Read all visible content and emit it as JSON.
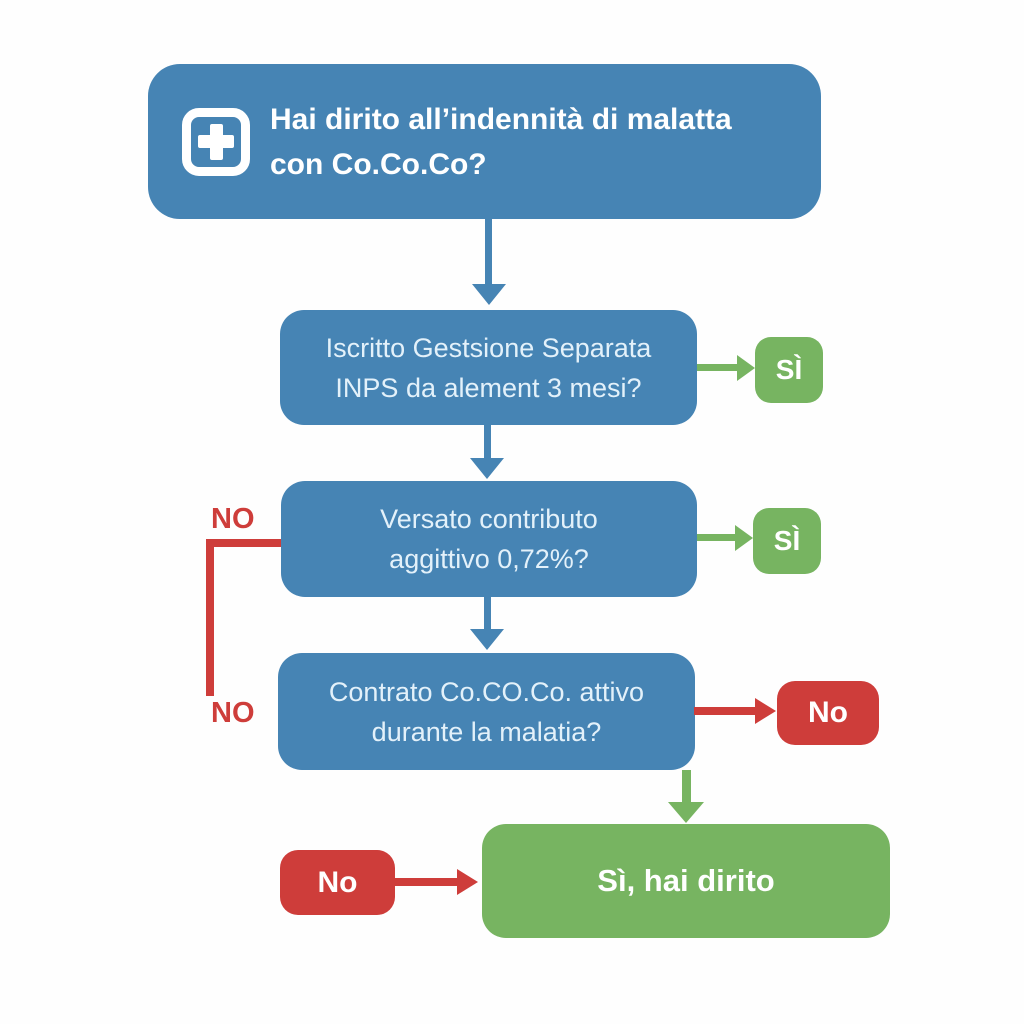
{
  "colors": {
    "blue": "#4684b4",
    "green": "#77b461",
    "red": "#ce3d3a",
    "light_text": "#e3f1fa",
    "background": "#fefefe"
  },
  "flowchart": {
    "title": {
      "icon": "medical-cross",
      "line1": "Hai dirito all’indennità di malatta",
      "line2": "con Co.Co.Co?"
    },
    "questions": [
      {
        "line1": "Iscritto Gestsione Separata",
        "line2": "INPS da alement 3 mesi?",
        "yes_label": "SÌ"
      },
      {
        "line1": "Versato contributo",
        "line2": "aggittivo 0,72%?",
        "yes_label": "SÌ",
        "no_label": "NO"
      },
      {
        "line1": "Contrato Co.CO.Co. attivo",
        "line2": "durante la malatia?",
        "no_label": "NO",
        "no_box_label": "No"
      }
    ],
    "final": {
      "no_box_label": "No",
      "result_label": "Sì, hai dirito"
    }
  }
}
